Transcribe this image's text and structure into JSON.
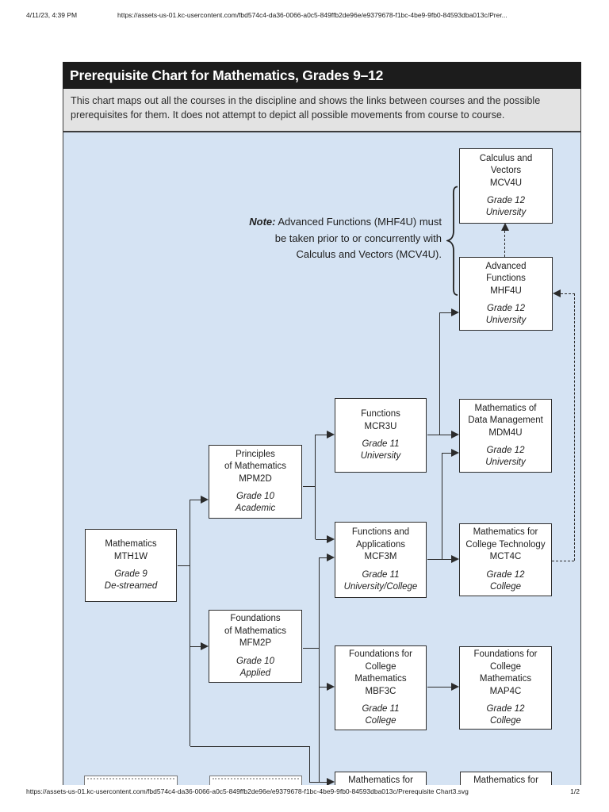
{
  "print_header": {
    "datetime": "4/11/23, 4:39 PM",
    "url": "https://assets-us-01.kc-usercontent.com/fbd574c4-da36-0066-a0c5-849ffb2de96e/e9379678-f1bc-4be9-9fb0-84593dba013c/Prer..."
  },
  "print_footer": {
    "url": "https://assets-us-01.kc-usercontent.com/fbd574c4-da36-0066-a0c5-849ffb2de96e/e9379678-f1bc-4be9-9fb0-84593dba013c/Prerequisite Chart3.svg",
    "page": "1/2"
  },
  "chart": {
    "title": "Prerequisite Chart for Mathematics, Grades 9–12",
    "description_line1": "This chart maps out all the courses in the discipline and shows the links between courses and the possible",
    "description_line2": "prerequisites for them. It does not attempt to depict all possible movements from course to course.",
    "note": {
      "label": "Note:",
      "text1": " Advanced Functions (MHF4U) must",
      "text2": "be taken prior to or concurrently with",
      "text3": "Calculus and Vectors (MCV4U)."
    },
    "colors": {
      "chart_background": "#d5e3f3",
      "title_bar_background": "#1c1c1c",
      "subtitle_background": "#e3e3e3",
      "box_background": "#ffffff",
      "line_color": "#2b2b2b"
    },
    "courses": [
      {
        "code": "MCV4U",
        "name": "Calculus and\nVectors\nMCV4U",
        "grade": "Grade 12\nUniversity"
      },
      {
        "code": "MHF4U",
        "name": "Advanced\nFunctions\nMHF4U",
        "grade": "Grade 12\nUniversity"
      },
      {
        "code": "MCR3U",
        "name": "Functions\nMCR3U",
        "grade": "Grade 11\nUniversity"
      },
      {
        "code": "MDM4U",
        "name": "Mathematics of\nData Management\nMDM4U",
        "grade": "Grade 12\nUniversity"
      },
      {
        "code": "MPM2D",
        "name": "Principles\nof Mathematics\nMPM2D",
        "grade": "Grade 10\nAcademic"
      },
      {
        "code": "MCF3M",
        "name": "Functions and\nApplications\nMCF3M",
        "grade": "Grade 11\nUniversity/College"
      },
      {
        "code": "MCT4C",
        "name": "Mathematics for\nCollege Technology\nMCT4C",
        "grade": "Grade 12\nCollege"
      },
      {
        "code": "MTH1W",
        "name": "Mathematics\nMTH1W",
        "grade": "Grade 9\nDe-streamed"
      },
      {
        "code": "MFM2P",
        "name": "Foundations\nof Mathematics\nMFM2P",
        "grade": "Grade 10\nApplied"
      },
      {
        "code": "MBF3C",
        "name": "Foundations for\nCollege\nMathematics\nMBF3C",
        "grade": "Grade 11\nCollege"
      },
      {
        "code": "MAP4C",
        "name": "Foundations for\nCollege\nMathematics\nMAP4C",
        "grade": "Grade 12\nCollege"
      },
      {
        "code": "",
        "name": "Mathematics for",
        "grade": ""
      },
      {
        "code": "",
        "name": "Mathematics for",
        "grade": ""
      }
    ],
    "links": [
      {
        "from": "MTH1W",
        "to": "MPM2D",
        "style": "solid"
      },
      {
        "from": "MTH1W",
        "to": "MFM2P",
        "style": "solid"
      },
      {
        "from": "MTH1W",
        "to": "cut-off bottom-left course",
        "style": "solid"
      },
      {
        "from": "MPM2D",
        "to": "MCR3U",
        "style": "solid"
      },
      {
        "from": "MPM2D",
        "to": "MCF3M",
        "style": "solid"
      },
      {
        "from": "MFM2P",
        "to": "MCF3M",
        "style": "solid"
      },
      {
        "from": "MFM2P",
        "to": "MBF3C",
        "style": "solid"
      },
      {
        "from": "MFM2P",
        "to": "cut-off bottom-left course",
        "style": "solid"
      },
      {
        "from": "MCR3U",
        "to": "MHF4U",
        "style": "solid"
      },
      {
        "from": "MCR3U",
        "to": "MDM4U",
        "style": "solid"
      },
      {
        "from": "MCF3M",
        "to": "MDM4U",
        "style": "solid"
      },
      {
        "from": "MCF3M",
        "to": "MCT4C",
        "style": "solid"
      },
      {
        "from": "MBF3C",
        "to": "MAP4C",
        "style": "solid"
      },
      {
        "from": "MHF4U",
        "to": "MCV4U",
        "style": "dashed"
      },
      {
        "from": "MCT4C",
        "to": "MHF4U",
        "style": "dashed"
      }
    ]
  }
}
